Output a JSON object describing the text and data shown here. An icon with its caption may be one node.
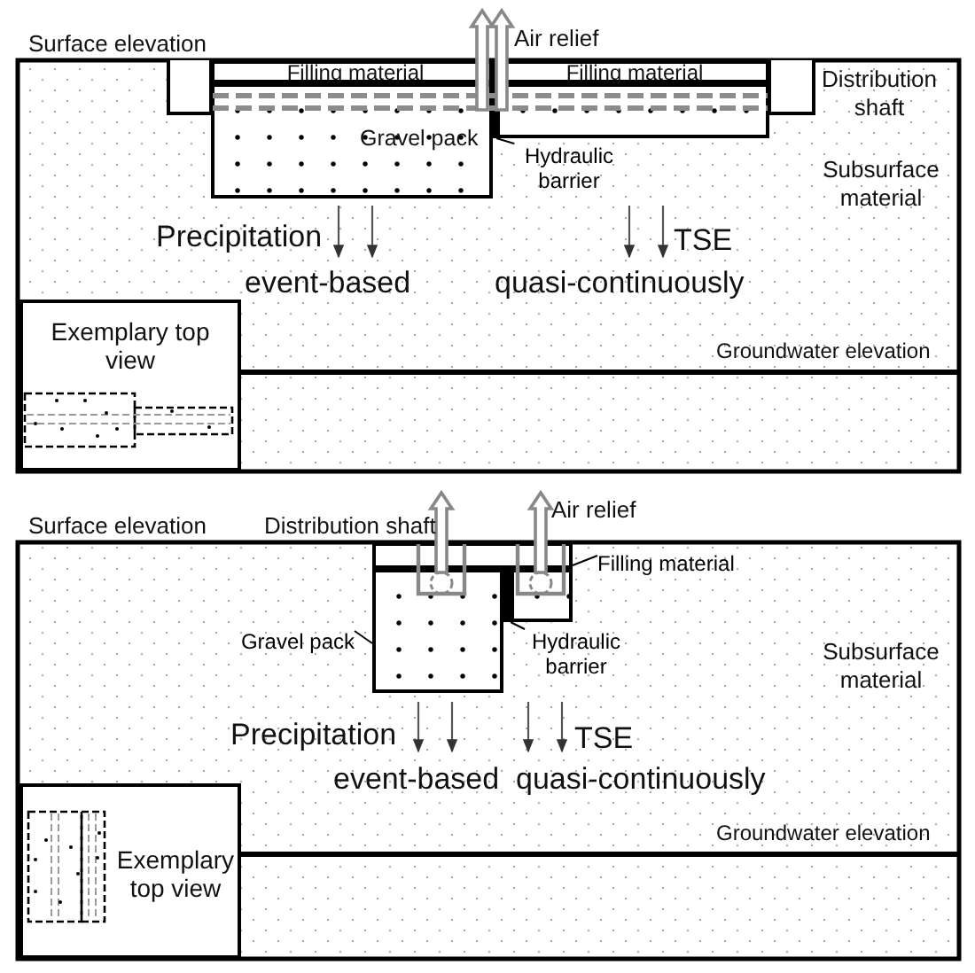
{
  "diagram": {
    "nodes": [
      {
        "text": [
          "Filling material"
        ]
      },
      {
        "text": [
          "Filling material"
        ]
      },
      {
        "text": [
          "Gravel pack"
        ]
      },
      {
        "text": [
          "Hydraulic barrier"
        ]
      },
      {
        "text": [],
        "shape": "bar"
      },
      {
        "text": [],
        "shape": "box"
      },
      {
        "text": [
          "Exemplary top view"
        ]
      },
      {
        "text": [
          "Gravel pack"
        ]
      },
      {
        "text": [],
        "shape": "box"
      },
      {
        "text": [],
        "shape": "box"
      },
      {
        "text": [],
        "shape": "bar"
      },
      {
        "text": [],
        "shape": "box"
      },
      {
        "text": [
          "Hydraulic barrier"
        ]
      },
      {
        "text": [
          "Filling material"
        ]
      },
      {
        "text": [
          "Exemplary top view"
        ]
      }
    ],
    "edges": [
      {
        "from": 3,
        "to": 4,
        "arrow": "none"
      },
      {
        "from": 7,
        "to": 9,
        "arrow": "none"
      },
      {
        "from": 12,
        "to": 10,
        "arrow": "none"
      },
      {
        "from": 13,
        "to": 8,
        "arrow": "none"
      },
      {
        "from": 2,
        "to": null,
        "arrow": "to"
      },
      {
        "from": 5,
        "to": null,
        "arrow": "to"
      },
      {
        "from": 9,
        "to": null,
        "arrow": "to"
      },
      {
        "from": 11,
        "to": null,
        "arrow": "to"
      }
    ],
    "labels": [
      "Surface elevation",
      "Air relief",
      "Distribution shaft",
      "Subsurface material",
      "Precipitation",
      "TSE",
      "event-based",
      "quasi-continuously",
      "Groundwater elevation",
      "Air relief",
      "Surface elevation",
      "Distribution shaft",
      "Subsurface material",
      "Precipitation",
      "TSE",
      "event-based",
      "quasi-continuously",
      "Groundwater elevation"
    ]
  }
}
